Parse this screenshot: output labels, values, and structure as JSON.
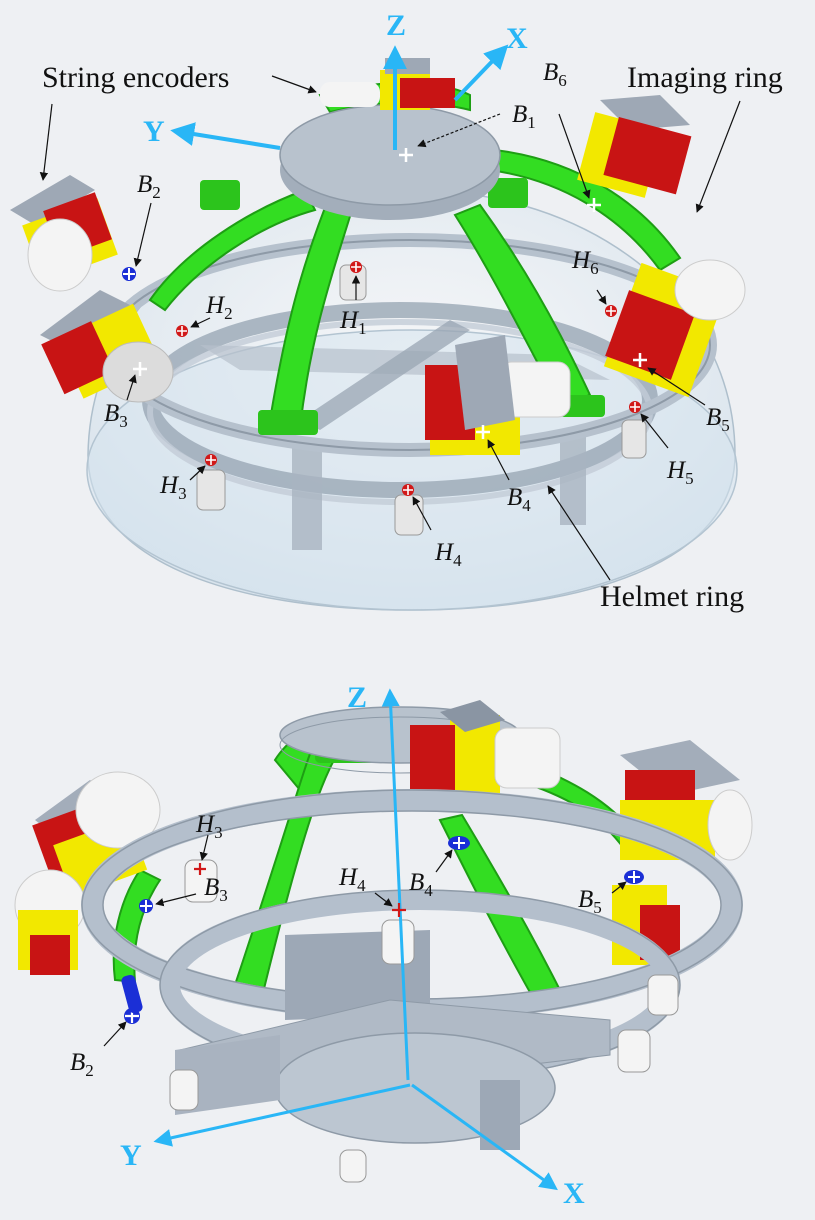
{
  "colors": {
    "background": "#eef0f3",
    "axis": "#29b6f6",
    "arch_green": "#33dd22",
    "arch_green_dark": "#1e9e14",
    "ring_grey": "#b9c3cf",
    "ring_grey_dark": "#8994a2",
    "encoder_red": "#c81414",
    "encoder_red_dark": "#7d0b0b",
    "bracket_yellow": "#f2e800",
    "cylinder_white": "#f4f4f4",
    "marker_red": "#d11818",
    "marker_blue": "#1b2fd6",
    "helmet_transparent": "#cfe0ec"
  },
  "top_panel": {
    "callouts": {
      "string_encoders": "String encoders",
      "imaging_ring": "Imaging ring",
      "helmet_ring": "Helmet ring"
    },
    "axes": {
      "z": "Z",
      "x": "X",
      "y": "Y"
    },
    "points": {
      "b1": {
        "base": "B",
        "sub": "1"
      },
      "b2": {
        "base": "B",
        "sub": "2"
      },
      "b3": {
        "base": "B",
        "sub": "3"
      },
      "b4": {
        "base": "B",
        "sub": "4"
      },
      "b5": {
        "base": "B",
        "sub": "5"
      },
      "b6": {
        "base": "B",
        "sub": "6"
      },
      "h1": {
        "base": "H",
        "sub": "1"
      },
      "h2": {
        "base": "H",
        "sub": "2"
      },
      "h3": {
        "base": "H",
        "sub": "3"
      },
      "h4": {
        "base": "H",
        "sub": "4"
      },
      "h5": {
        "base": "H",
        "sub": "5"
      },
      "h6": {
        "base": "H",
        "sub": "6"
      }
    }
  },
  "bottom_panel": {
    "axes": {
      "z": "Z",
      "x": "X",
      "y": "Y"
    },
    "points": {
      "b2": {
        "base": "B",
        "sub": "2"
      },
      "b3": {
        "base": "B",
        "sub": "3"
      },
      "b4": {
        "base": "B",
        "sub": "4"
      },
      "b5": {
        "base": "B",
        "sub": "5"
      },
      "h3": {
        "base": "H",
        "sub": "3"
      },
      "h4": {
        "base": "H",
        "sub": "4"
      }
    }
  }
}
